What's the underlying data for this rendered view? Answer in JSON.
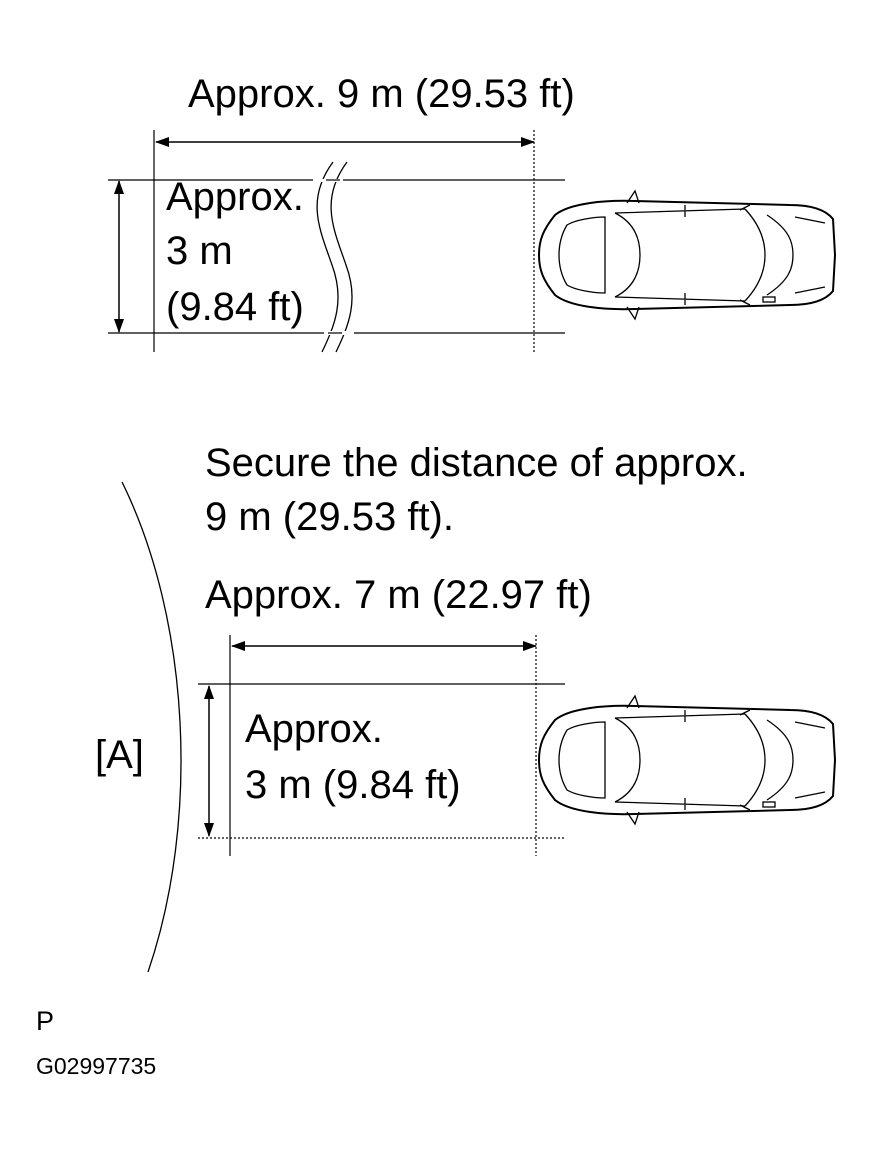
{
  "diagram": {
    "top_section": {
      "length_label": "Approx. 9 m (29.53 ft)",
      "width_label_line1": "Approx.",
      "width_label_line2": "3 m",
      "width_label_line3": "(9.84 ft)"
    },
    "instruction": {
      "line1": "Secure the distance of approx.",
      "line2": "9 m (29.53 ft)."
    },
    "bottom_section": {
      "length_label": "Approx. 7 m (22.97 ft)",
      "width_label_line1": "Approx.",
      "width_label_line2": "3 m (9.84 ft)",
      "area_marker": "[A]"
    },
    "footer": {
      "letter": "P",
      "figure_code": "G02997735"
    }
  }
}
